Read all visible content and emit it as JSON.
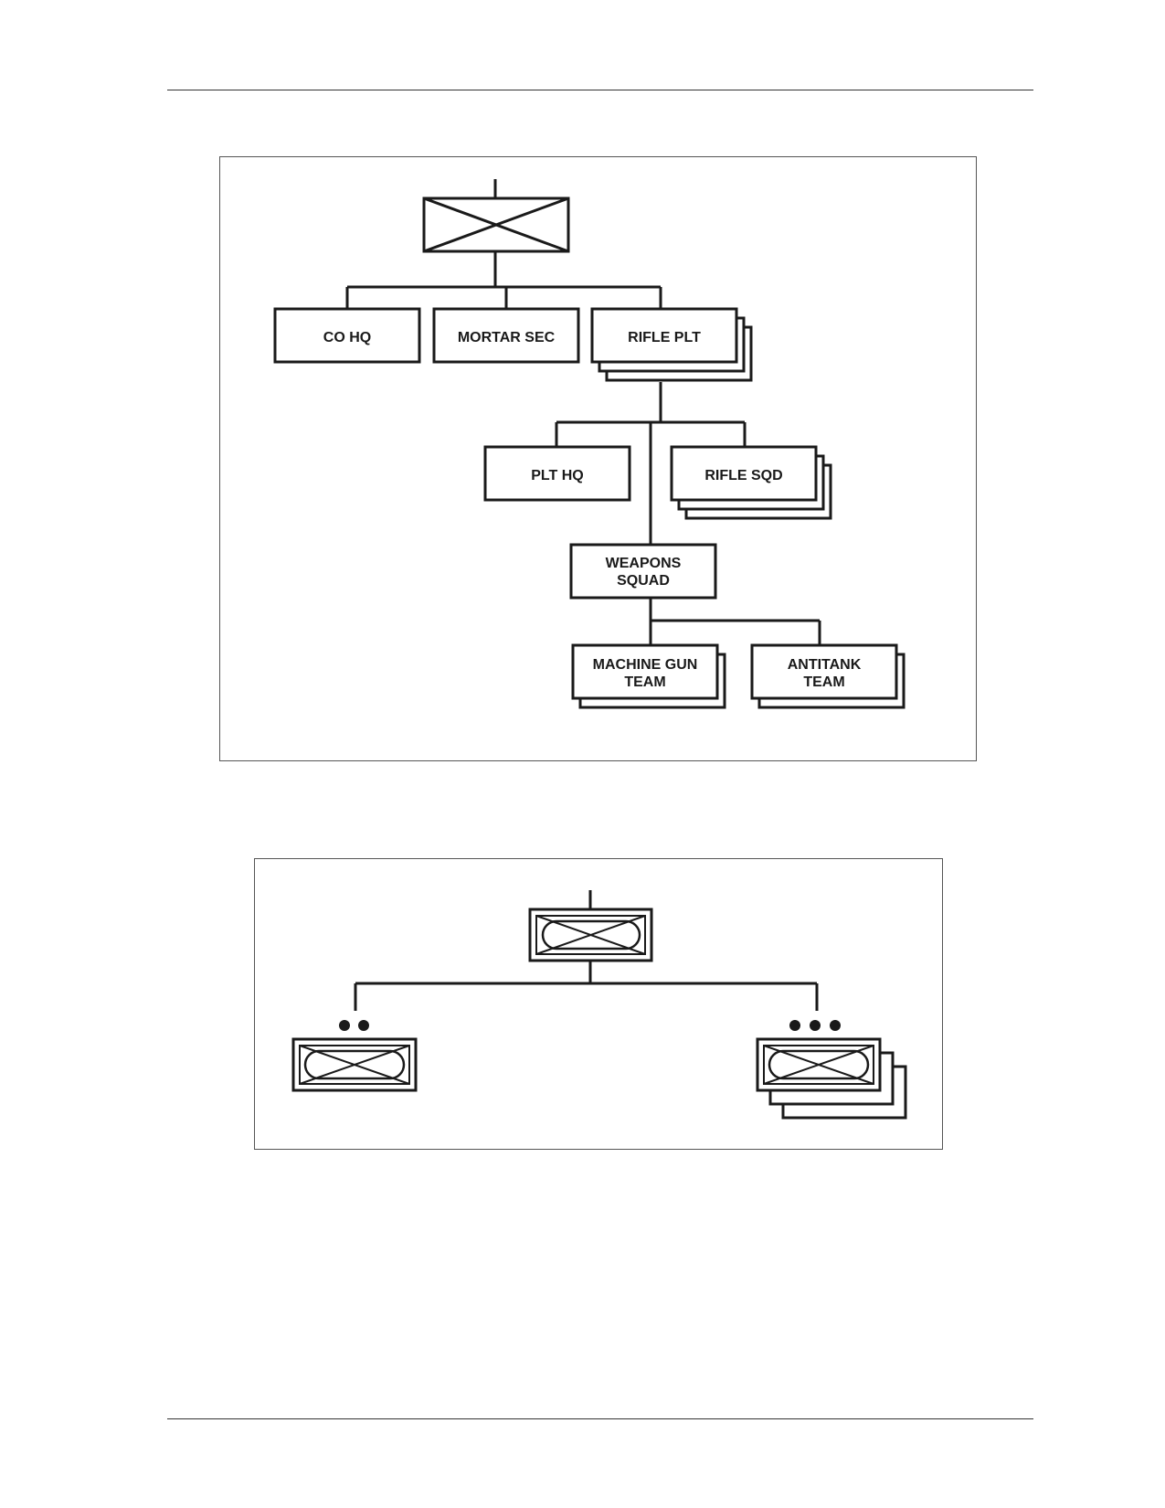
{
  "figure1": {
    "units": {
      "co_hq": [
        "CO HQ"
      ],
      "mortar_sec": [
        "MORTAR SEC"
      ],
      "rifle_plt": [
        "RIFLE PLT"
      ],
      "plt_hq": [
        "PLT HQ"
      ],
      "rifle_sqd": [
        "RIFLE SQD"
      ],
      "weapons_squad": [
        "WEAPONS",
        "SQUAD"
      ],
      "machine_gun_team": [
        "MACHINE GUN",
        "TEAM"
      ],
      "antitank_team": [
        "ANTITANK",
        "TEAM"
      ]
    }
  },
  "figure2": {
    "parent_symbol": "infantry-unit-symbol",
    "left_child_echelon": "••",
    "right_child_echelon": "•••"
  },
  "colors": {
    "line": "#1a1a1a",
    "frame": "#555555",
    "rule": "#333333"
  }
}
